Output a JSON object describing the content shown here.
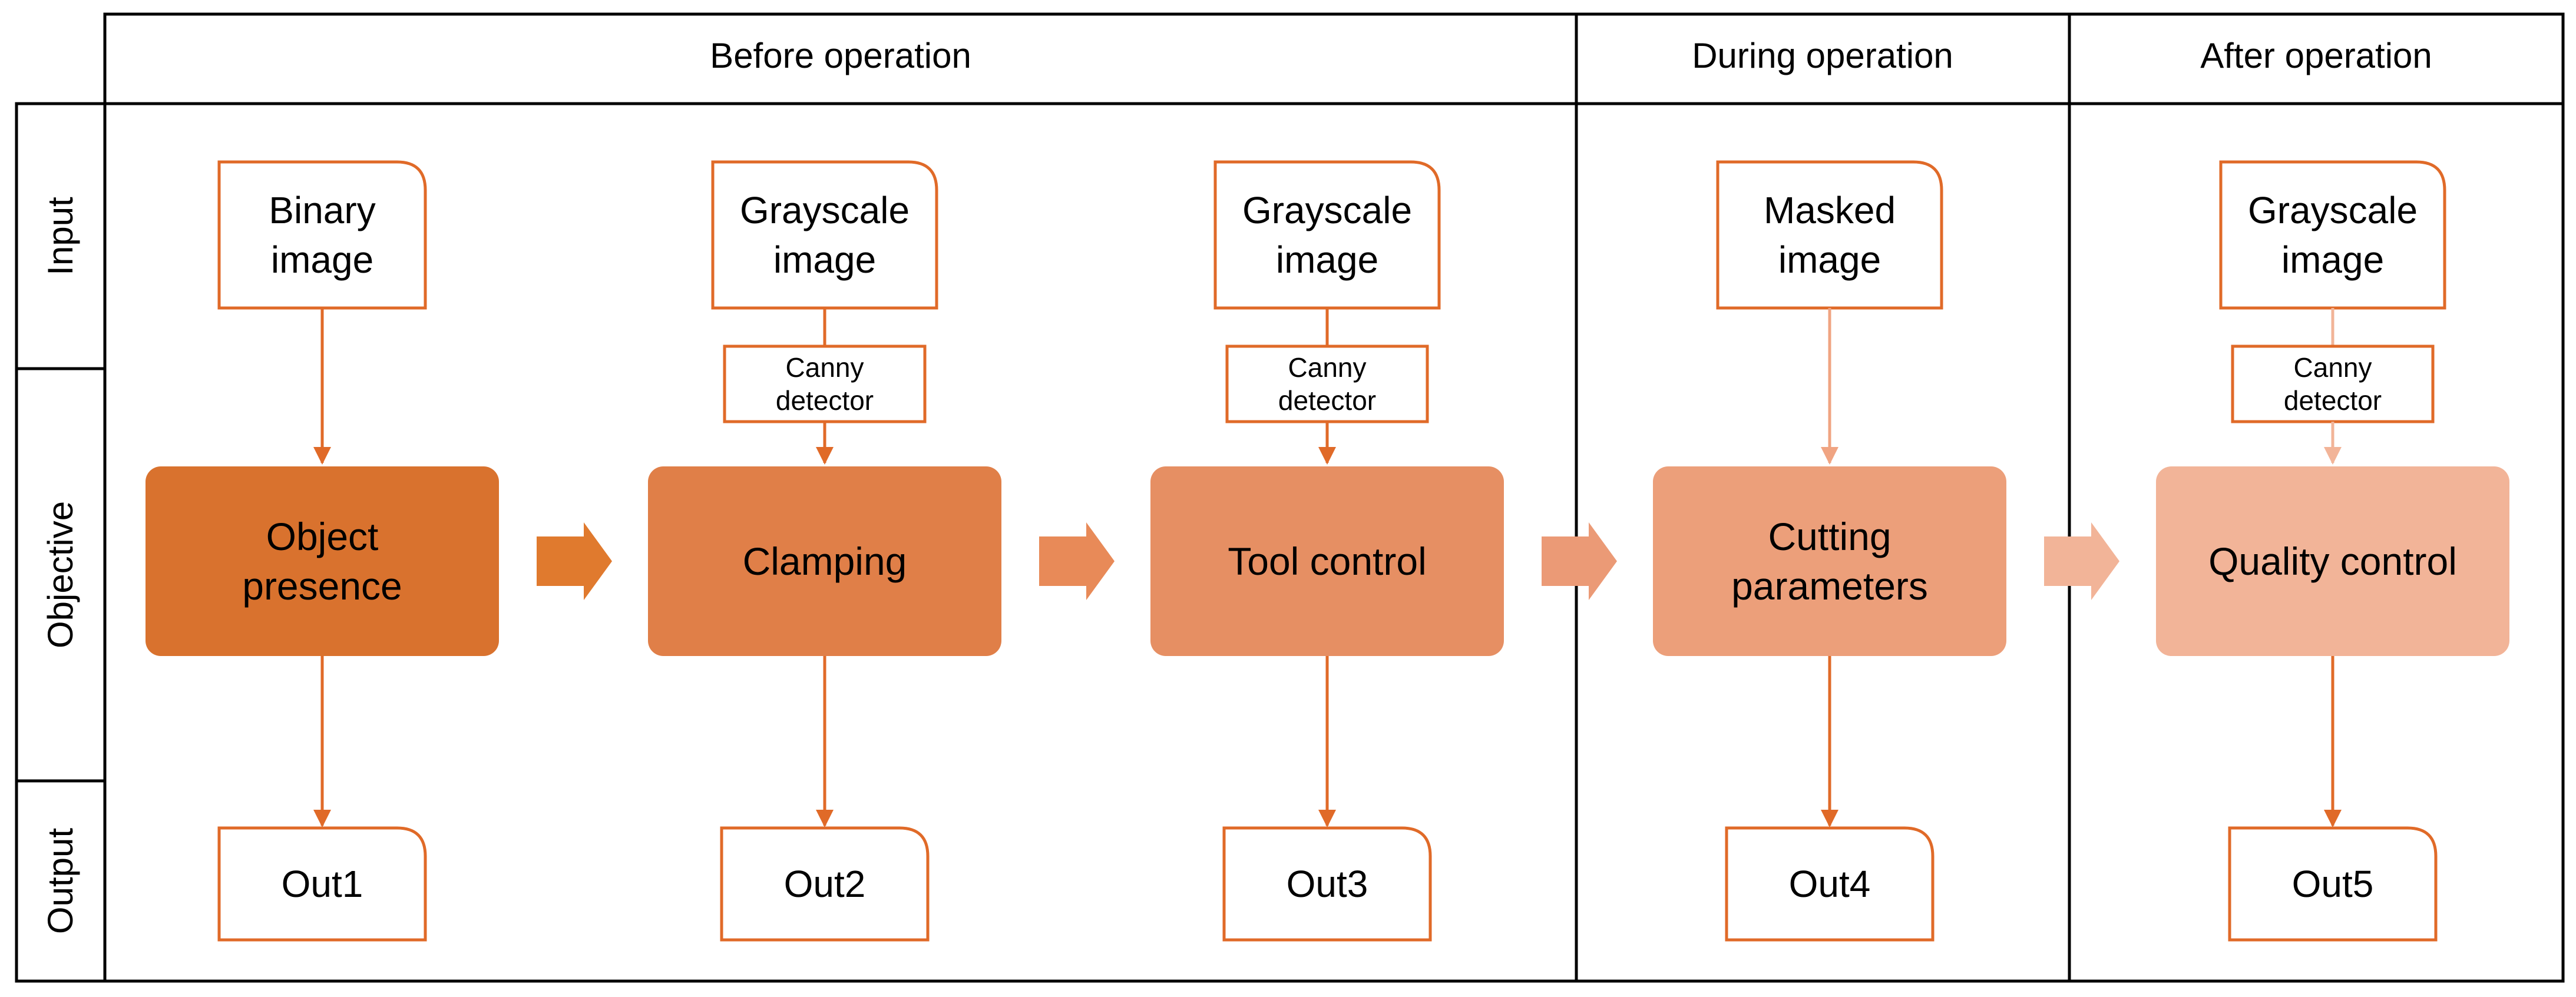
{
  "phases": [
    {
      "label": "Before operation"
    },
    {
      "label": "During operation"
    },
    {
      "label": "After operation"
    }
  ],
  "rows": [
    {
      "label": "Input"
    },
    {
      "label": "Objective"
    },
    {
      "label": "Output"
    }
  ],
  "stages": [
    {
      "input": [
        "Binary",
        "image"
      ],
      "detector": null,
      "objective": [
        "Object",
        "presence"
      ],
      "output": "Out1",
      "color": "#d9722e",
      "arrow_color": "#e06a28"
    },
    {
      "input": [
        "Grayscale",
        "image"
      ],
      "detector": [
        "Canny",
        "detector"
      ],
      "objective": [
        "Clamping"
      ],
      "output": "Out2",
      "color": "#e07f48",
      "arrow_color": "#e06a28"
    },
    {
      "input": [
        "Grayscale",
        "image"
      ],
      "detector": [
        "Canny",
        "detector"
      ],
      "objective": [
        "Tool control"
      ],
      "output": "Out3",
      "color": "#e68f63",
      "arrow_color": "#e06a28"
    },
    {
      "input": [
        "Masked",
        "image"
      ],
      "detector": null,
      "objective": [
        "Cutting",
        "parameters"
      ],
      "output": "Out4",
      "color": "#ec9f7a",
      "arrow_color": "#f0a482"
    },
    {
      "input": [
        "Grayscale",
        "image"
      ],
      "detector": [
        "Canny",
        "detector"
      ],
      "objective": [
        "Quality control"
      ],
      "output": "Out5",
      "color": "#f2b498",
      "arrow_color": "#f2b498"
    }
  ],
  "flow_arrows": [
    {
      "color": "#e07a2e"
    },
    {
      "color": "#e88a58"
    },
    {
      "color": "#eb9a76"
    },
    {
      "color": "#f2b498"
    }
  ],
  "colors": {
    "border": "#000000",
    "outline": "#e06a28"
  }
}
